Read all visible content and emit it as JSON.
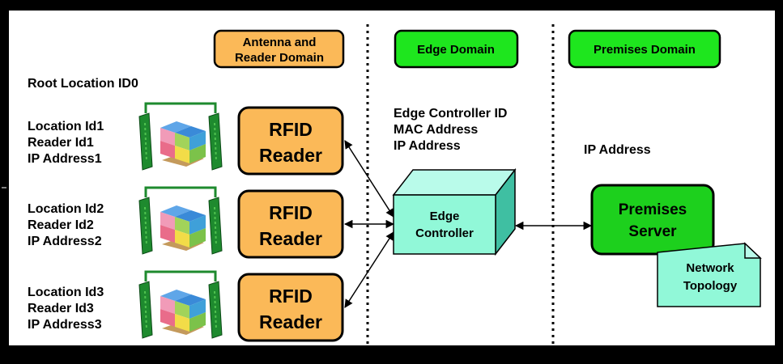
{
  "domains": {
    "antenna_reader": [
      "Antenna and",
      "Reader Domain"
    ],
    "edge": "Edge Domain",
    "premises": "Premises Domain"
  },
  "root_location": "Root Location ID0",
  "locations": [
    {
      "lines": [
        "Location Id1",
        "Reader Id1",
        "IP Address1"
      ],
      "reader": [
        "RFID",
        "Reader"
      ]
    },
    {
      "lines": [
        "Location Id2",
        "Reader Id2",
        "IP Address2"
      ],
      "reader": [
        "RFID",
        "Reader"
      ]
    },
    {
      "lines": [
        "Location Id3",
        "Reader Id3",
        "IP Address3"
      ],
      "reader": [
        "RFID",
        "Reader"
      ]
    }
  ],
  "edge_info": [
    "Edge Controller ID",
    "MAC Address",
    "IP Address"
  ],
  "edge_controller": [
    "Edge",
    "Controller"
  ],
  "premises_info": "IP Address",
  "premises_server": [
    "Premises",
    "Server"
  ],
  "network_topology": [
    "Network",
    "Topology"
  ],
  "colors": {
    "orange": "#FBB958",
    "green": "#1EE61E",
    "server_green": "#1DD01D",
    "aqua": "#91F8D8",
    "aqua_side": "#3FBFA2",
    "aqua_top": "#B9FBEA",
    "frame": "#000000",
    "antenna": "#1E8A2E",
    "antenna_light": "#4FC24F"
  }
}
